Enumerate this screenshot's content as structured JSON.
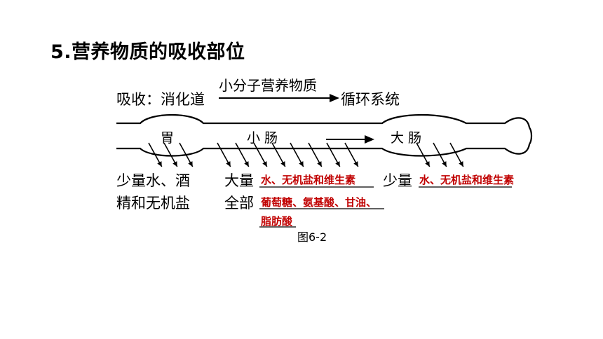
{
  "title": "5.营养物质的吸收部位",
  "absorption": {
    "prefix": "吸收：消化道",
    "over_arrow": "小分子营养物质",
    "suffix": "循环系统"
  },
  "organs": {
    "stomach": "胃",
    "small_intestine": "小 肠",
    "large_intestine": "大 肠"
  },
  "stomach_absorbs": [
    "少量水、酒",
    "精和无机盐"
  ],
  "small_intestine_absorbs": {
    "line1_prefix": "大量",
    "line1_answer": "水、无机盐和维生素",
    "line2_prefix": "全部",
    "line2_answer": "葡萄糖、氨基酸、甘油、",
    "line3_answer": "脂肪酸"
  },
  "large_intestine_absorbs": {
    "prefix": "少量",
    "answer": "水、无机盐和维生素"
  },
  "figure_caption": "图6-2",
  "colors": {
    "answer": "#c00000",
    "ink": "#000000"
  }
}
